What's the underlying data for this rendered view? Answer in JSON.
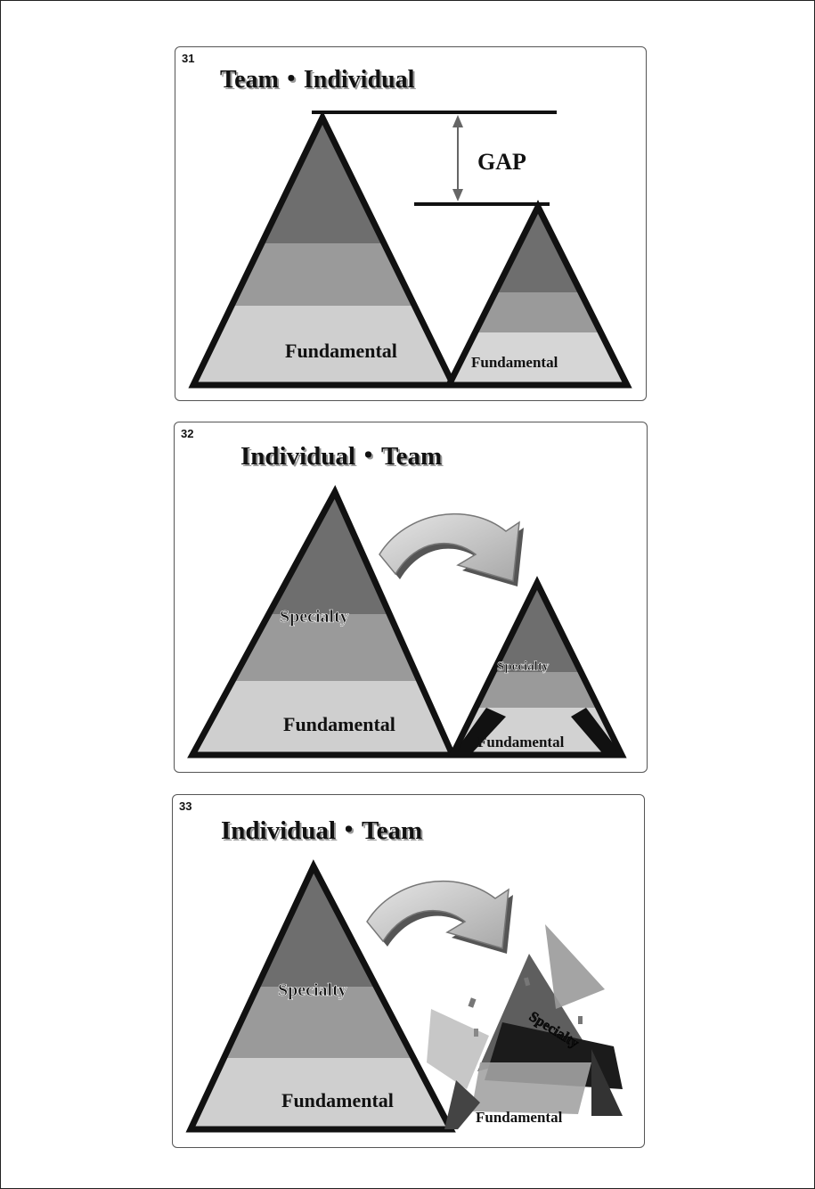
{
  "slides": [
    {
      "number": "31",
      "title": "Team・Individual",
      "gap_label": "GAP",
      "left_base_label": "Fundamental",
      "right_base_label": "Fundamental"
    },
    {
      "number": "32",
      "title": "Individual・Team",
      "left_specialty_label": "Specialty",
      "left_base_label": "Fundamental",
      "right_specialty_label": "Specialty",
      "right_base_label": "Fundamental"
    },
    {
      "number": "33",
      "title": "Individual・Team",
      "left_specialty_label": "Specialty",
      "left_base_label": "Fundamental",
      "right_specialty_label": "Specialty",
      "right_base_label": "Fundamental"
    }
  ],
  "colors": {
    "top_band": "#6e6e6e",
    "mid_band": "#9a9a9a",
    "base_band": "#cfcfcf",
    "outline": "#111111",
    "arrow_fill": "#c8c8c8"
  }
}
